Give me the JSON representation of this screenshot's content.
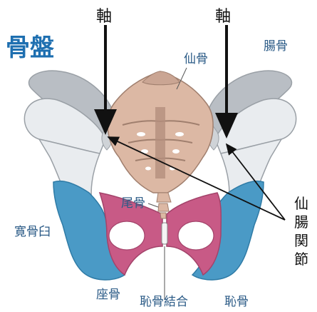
{
  "title": "骨盤",
  "axis_labels": [
    "軸",
    "軸"
  ],
  "parts": {
    "sacrum": "仙骨",
    "ilium": "腸骨",
    "coccyx": "尾骨",
    "acetabulum": "寛骨臼",
    "ischium": "座骨",
    "pubic_symphysis": "恥骨結合",
    "pubis": "恥骨"
  },
  "sacroiliac_joint_label": [
    "仙",
    "腸",
    "関",
    "節"
  ],
  "colors": {
    "title": "#1e6fb0",
    "label": "#2a5a86",
    "bone_light": "#e9ecef",
    "bone_gray": "#b9bec4",
    "sacrum": "#dcb8a4",
    "sacrum_dark": "#b48f7d",
    "blue": "#4a9ac6",
    "pink": "#c85a86"
  }
}
